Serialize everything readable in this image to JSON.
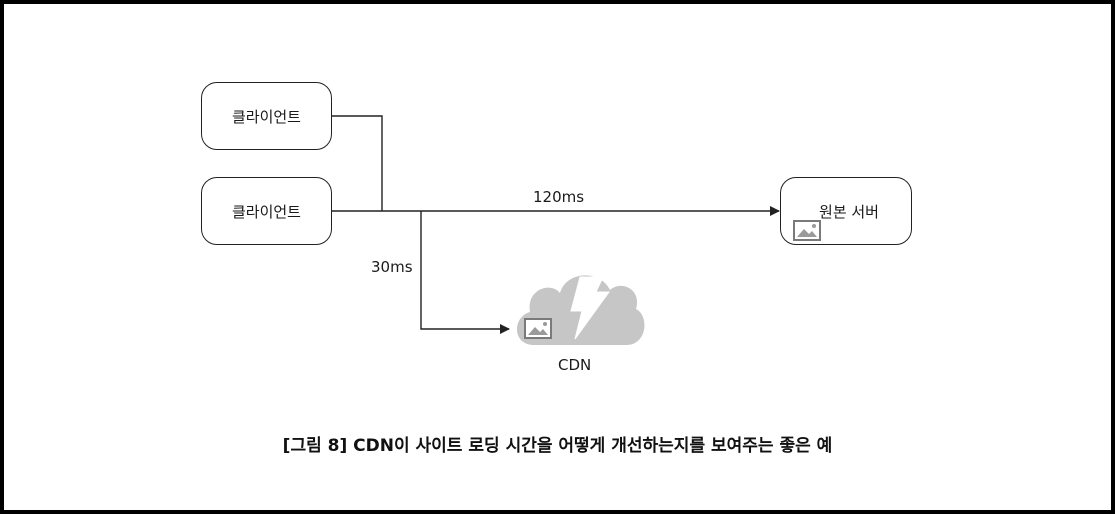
{
  "nodes": {
    "client_top": "클라이언트",
    "client_bottom": "클라이언트",
    "origin": "원본 서버",
    "cdn": "CDN"
  },
  "edges": {
    "to_origin_latency": "120ms",
    "to_cdn_latency": "30ms"
  },
  "caption": "[그림 8] CDN이 사이트 로딩 시간을 어떻게 개선하는지를 보여주는 좋은 예",
  "colors": {
    "line": "#222222",
    "cloud": "#c4c4c4",
    "border": "#000000"
  },
  "icons": [
    "image-icon",
    "cloud-icon",
    "lightning-icon",
    "arrow-icon"
  ]
}
